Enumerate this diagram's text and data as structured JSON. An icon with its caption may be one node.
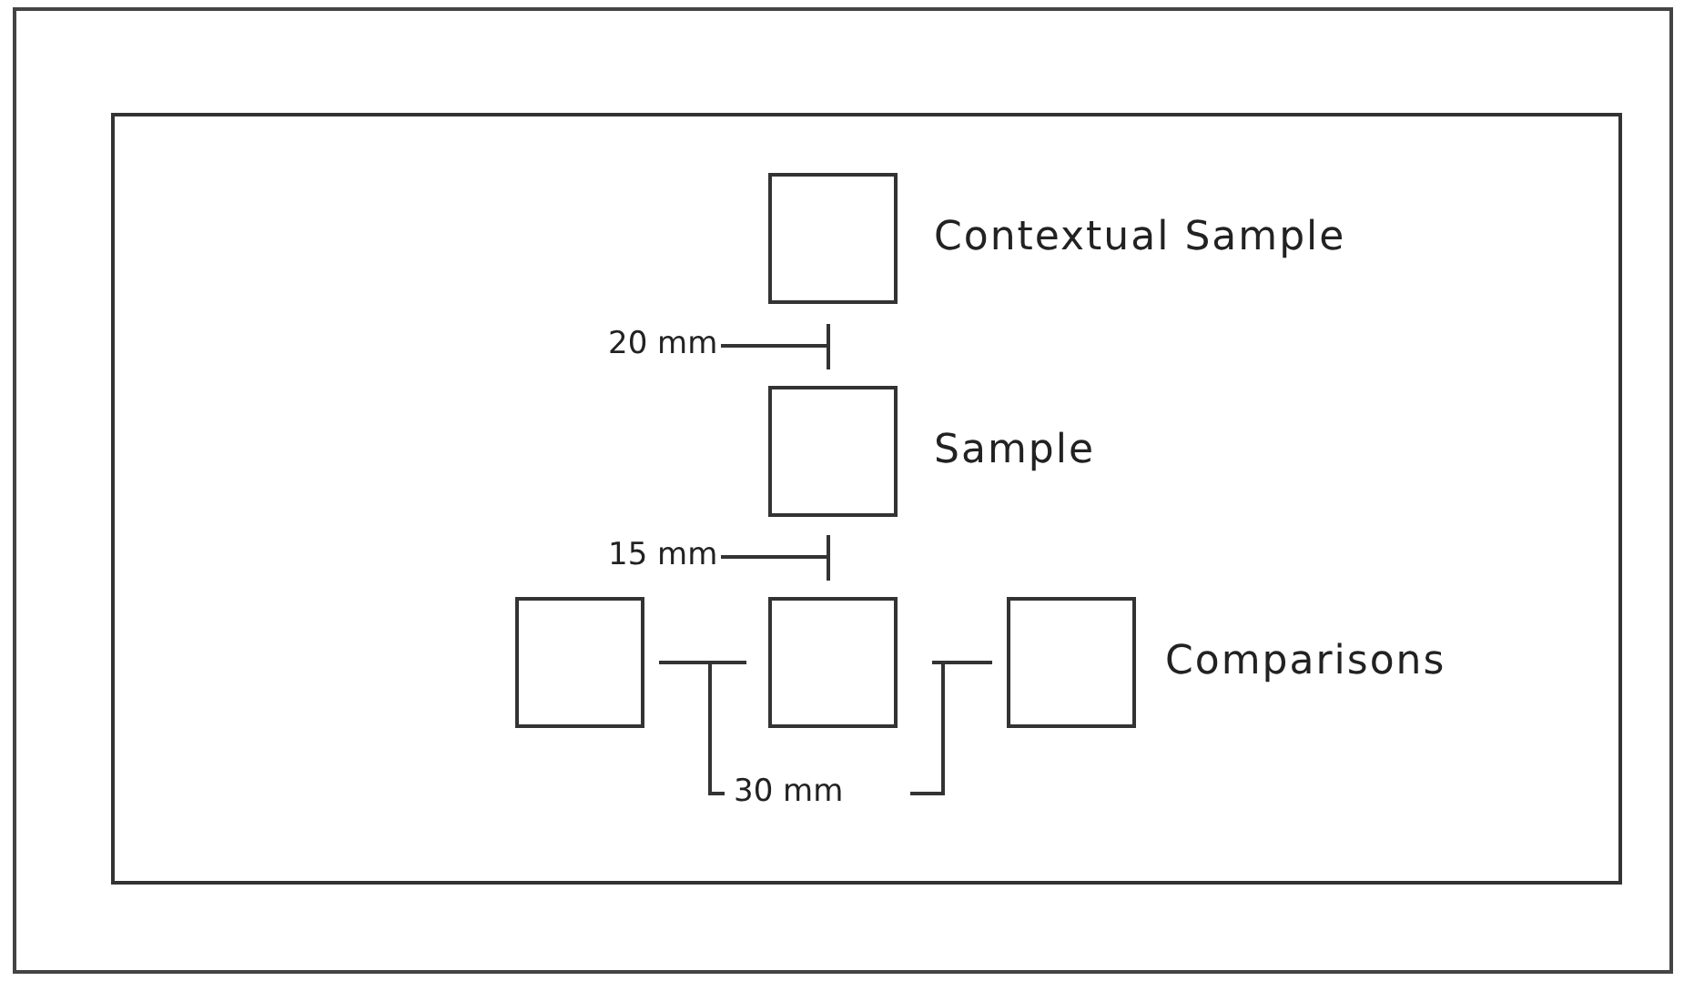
{
  "diagram": {
    "nodes": [
      {
        "text": [],
        "shape": "box",
        "beside": [
          "Contextual Sample"
        ]
      },
      {
        "text": [],
        "shape": "box",
        "beside": [
          "Sample"
        ]
      },
      {
        "text": [],
        "shape": "box"
      },
      {
        "text": [],
        "shape": "box"
      },
      {
        "text": [],
        "shape": "box",
        "beside": [
          "Comparisons"
        ]
      }
    ],
    "labels": [
      "20 mm",
      "15 mm",
      "30 mm"
    ]
  }
}
